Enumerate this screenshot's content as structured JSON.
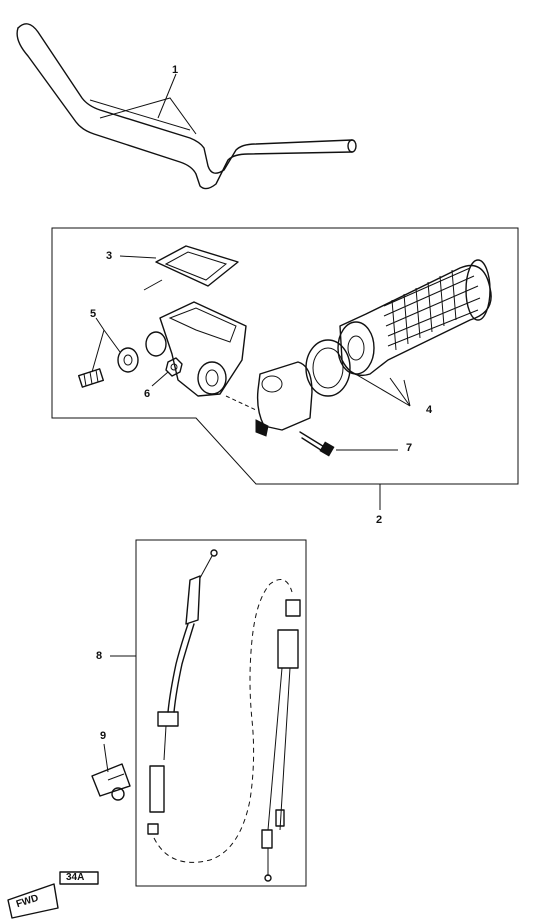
{
  "callouts": {
    "c1": "1",
    "c2": "2",
    "c3": "3",
    "c4": "4",
    "c5": "5",
    "c6": "6",
    "c7": "7",
    "c8": "8",
    "c9": "9"
  },
  "footer": {
    "fwd_text": "FWD",
    "code_text": "34A"
  }
}
